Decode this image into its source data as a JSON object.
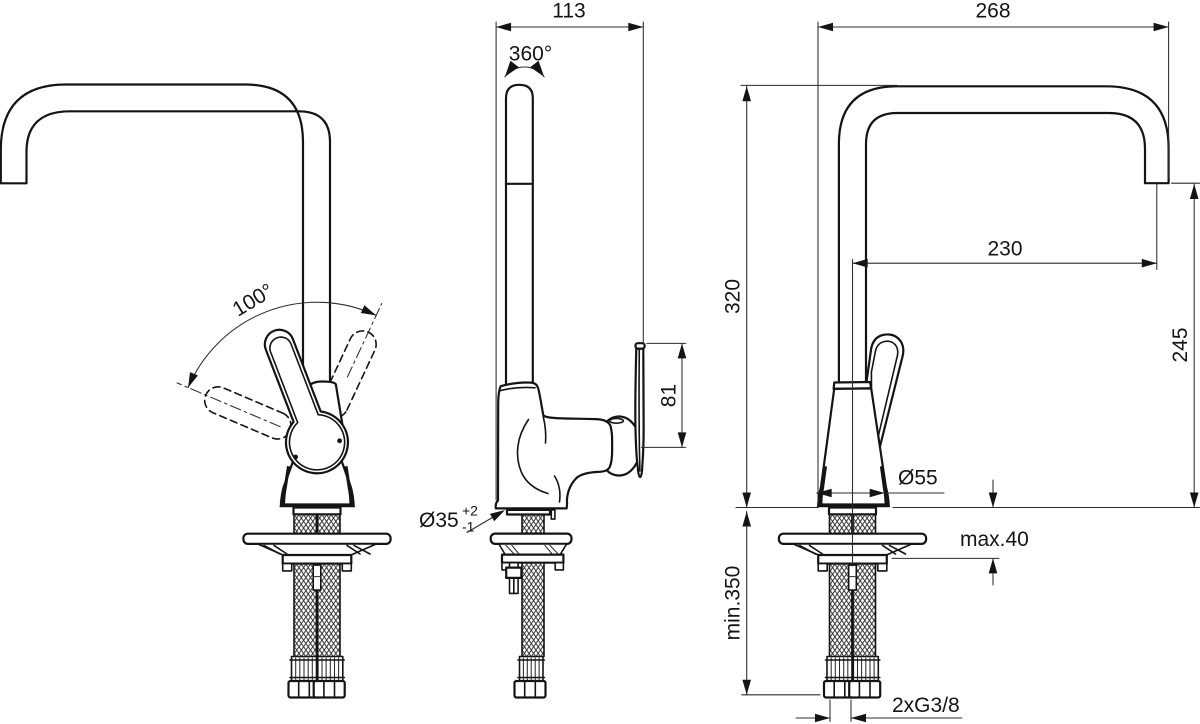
{
  "page": {
    "background": "#ffffff",
    "ink_color": "#141414",
    "description": "Technical dimension drawing of a single-lever kitchen sink mixer tap with high swivel spout, shown in three orthographic views with flexible connection hoses"
  },
  "drawing": {
    "views": {
      "left": "rear view, spout left, handle swing range",
      "middle": "side view, front width and handle height",
      "right": "rear view, spout right, main dimensions"
    },
    "left_view": {
      "swing_angle": "100°"
    },
    "dimensions": {
      "overall_reach": "268",
      "height_above_deck": "320",
      "spout_reach": "230",
      "outlet_height": "245",
      "base_diameter": "Ø55",
      "deck_thickness_max": "max.40",
      "hose_length_min": "min.350",
      "connection_thread": "2xG3/8",
      "front_width": "113",
      "swivel_angle": "360°",
      "handle_height": "81",
      "hole_diameter": "Ø35",
      "hole_tol_plus": "+2",
      "hole_tol_minus": "-1"
    }
  }
}
